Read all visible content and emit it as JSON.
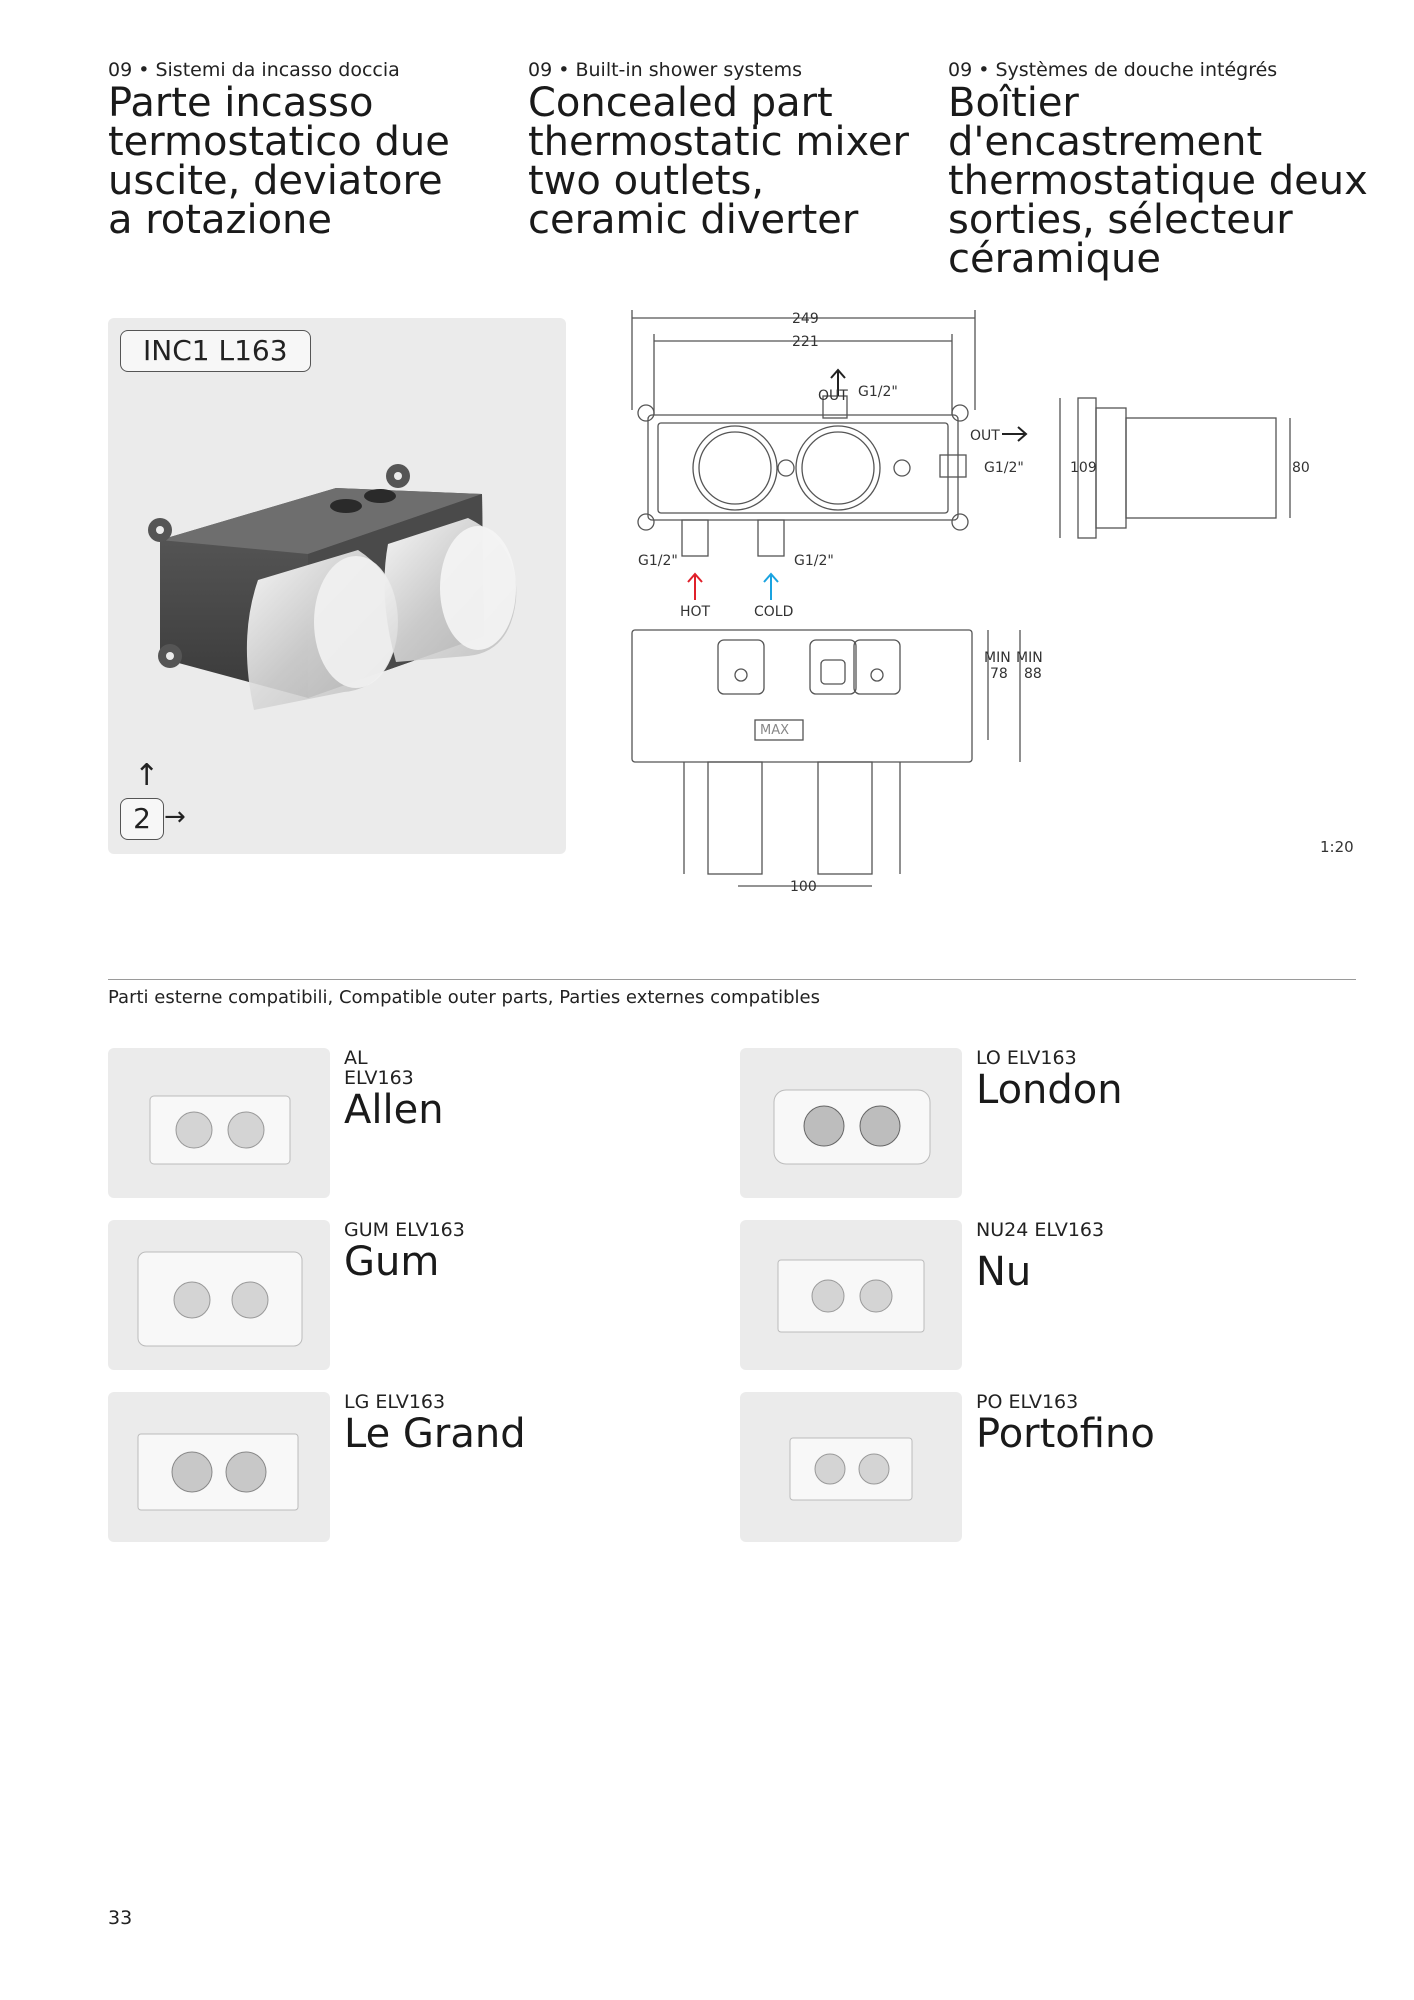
{
  "header": {
    "it": {
      "kicker": "09 • Sistemi da incasso doccia",
      "title_lines": [
        "Parte incasso",
        "termostatico due",
        "uscite, deviatore",
        "a rotazione"
      ]
    },
    "en": {
      "kicker": "09 • Built-in shower systems",
      "title_lines": [
        "Concealed part",
        "thermostatic mixer",
        "two outlets,",
        "ceramic diverter"
      ]
    },
    "fr": {
      "kicker": "09 • Systèmes de douche intégrés",
      "title_lines": [
        "Boîtier d'encastrement",
        "thermostatique deux",
        "sorties, sélecteur",
        "céramique"
      ]
    }
  },
  "product": {
    "code": "INC1 L163",
    "quantity": "2"
  },
  "drawing": {
    "dim_249": "249",
    "dim_221": "221",
    "out": "OUT",
    "g12": "G1/2\"",
    "hot": "HOT",
    "cold": "COLD",
    "dim_109": "109",
    "dim_80": "80",
    "min_78": "MIN\n78",
    "min_88": "MIN\n88",
    "min": "MIN",
    "v78": "78",
    "v88": "88",
    "dim_100": "100",
    "max": "MAX",
    "scale": "1:20",
    "colors": {
      "hot": "#e0202a",
      "cold": "#1aa3e0",
      "line": "#555555"
    }
  },
  "compatible": {
    "heading": "Parti esterne compatibili, Compatible outer parts, Parties externes compatibles",
    "items": [
      {
        "code_lines": [
          "AL",
          "ELV163"
        ],
        "name": "Allen"
      },
      {
        "code_lines": [
          "LO ELV163"
        ],
        "name": "London"
      },
      {
        "code_lines": [
          "GUM ELV163"
        ],
        "name": "Gum"
      },
      {
        "code_lines": [
          "NU24 ELV163"
        ],
        "name": "Nu"
      },
      {
        "code_lines": [
          "LG ELV163"
        ],
        "name": "Le Grand"
      },
      {
        "code_lines": [
          "PO ELV163"
        ],
        "name": "Portofino"
      }
    ]
  },
  "page_number": "33"
}
